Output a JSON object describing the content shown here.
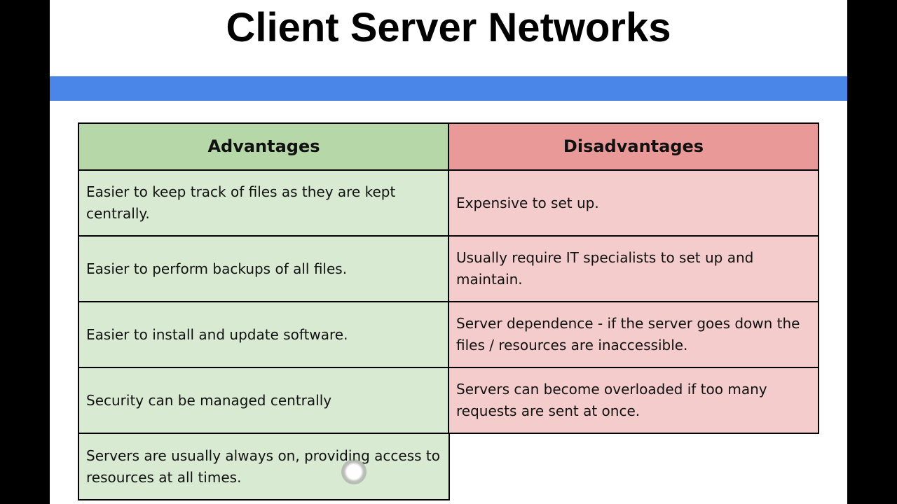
{
  "title": "Client Server Networks",
  "table": {
    "headers": {
      "advantages": "Advantages",
      "disadvantages": "Disadvantages"
    },
    "advantages": [
      "Easier to keep track of files as they are kept centrally.",
      "Easier to perform backups of all files.",
      "Easier to install and update software.",
      "Security can be managed centrally",
      "Servers are usually always on, providing access to resources at all times."
    ],
    "disadvantages": [
      "Expensive to set up.",
      "Usually require IT specialists to set up and maintain.",
      "Server dependence - if the server goes down the files / resources are inaccessible.",
      "Servers can become overloaded if too many requests are sent at once."
    ]
  },
  "colors": {
    "accent_bar": "#4a86e8",
    "advantages_header": "#b6d7a8",
    "advantages_cell": "#d9ead3",
    "disadvantages_header": "#ea9999",
    "disadvantages_cell": "#f4cccc"
  }
}
